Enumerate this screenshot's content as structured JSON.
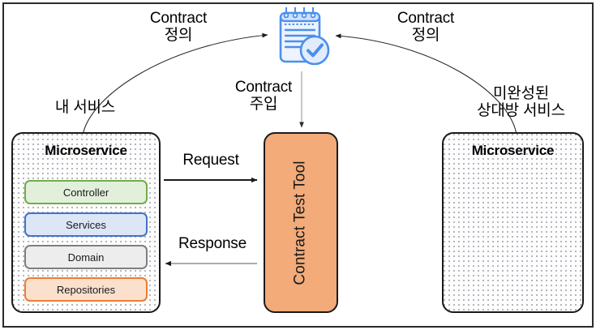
{
  "diagram": {
    "title_text": "Contract Test Tool architecture diagram",
    "colors": {
      "frame": "#2b2b2b",
      "tool_fill": "#f2ab79",
      "tool_border": "#1a1a1a",
      "controller_fill": "#e2efda",
      "controller_border": "#70ad47",
      "services_fill": "#dce6f7",
      "services_border": "#4472c4",
      "domain_fill": "#ededed",
      "domain_border": "#7f7f7f",
      "repositories_fill": "#fbe0cd",
      "repositories_border": "#ed7d31",
      "icon_blue": "#4a90ec",
      "icon_light": "#e8effc",
      "arrow_dark": "#1a1a1a",
      "arrow_gray": "#9a9a9a"
    }
  },
  "labels": {
    "contract_definition_left": "Contract\n정의",
    "contract_definition_right": "Contract\n정의",
    "contract_injection": "Contract\n주입",
    "my_service": "내 서비스",
    "partner_service": "미완성된\n상대방 서비스",
    "request": "Request",
    "response": "Response"
  },
  "left_microservice": {
    "title": "Microservice",
    "layers": [
      {
        "label": "Controller",
        "fill": "#e2efda",
        "border": "#70ad47"
      },
      {
        "label": "Services",
        "fill": "#dce6f7",
        "border": "#4472c4"
      },
      {
        "label": "Domain",
        "fill": "#ededed",
        "border": "#7f7f7f"
      },
      {
        "label": "Repositories",
        "fill": "#fbe0cd",
        "border": "#ed7d31"
      }
    ]
  },
  "right_microservice": {
    "title": "Microservice",
    "layers": []
  },
  "tool": {
    "label": "Contract Test Tool"
  },
  "icons": {
    "contract_document": "contract-notepad-check-icon"
  }
}
